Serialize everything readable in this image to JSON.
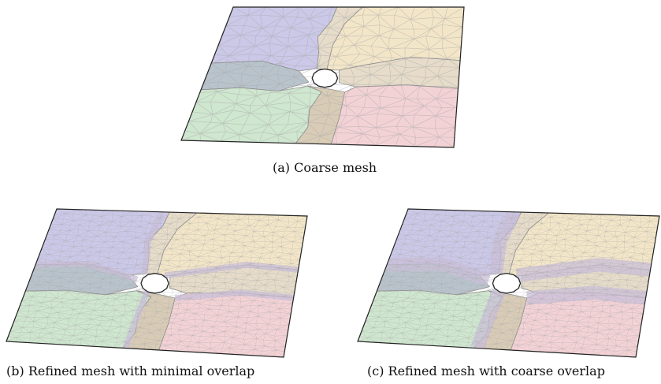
{
  "figure": {
    "panels": [
      {
        "id": "a",
        "caption": "(a) Coarse mesh",
        "mesh": "coarse",
        "overlap": "none"
      },
      {
        "id": "b",
        "caption": "(b) Refined mesh with minimal overlap",
        "mesh": "refined",
        "overlap": "minimal"
      },
      {
        "id": "c",
        "caption": "(c) Refined mesh with coarse overlap",
        "mesh": "refined",
        "overlap": "coarse"
      }
    ],
    "colors": {
      "subdomain_purple": "#cbc8e8",
      "subdomain_tan": "#e6dcc9",
      "subdomain_yellow": "#f3e6c8",
      "subdomain_green": "#cfe6cf",
      "subdomain_pink": "#f3d2d6",
      "subdomain_slate": "#b8c3cc",
      "overlap_purple": "#c9bfd8",
      "overlap_tan": "#d9ccb7",
      "mesh_line": "#a9a9a9",
      "border": "#222222"
    }
  }
}
